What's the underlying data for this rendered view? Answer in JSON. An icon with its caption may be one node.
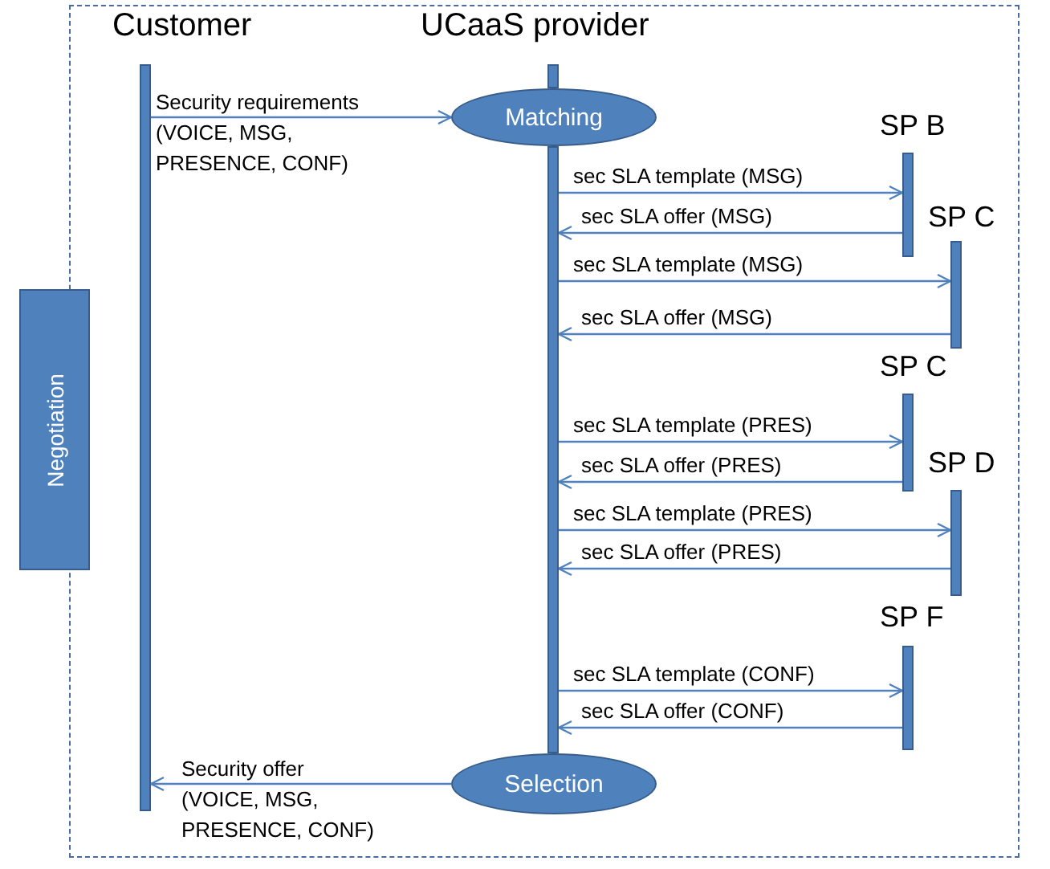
{
  "diagram": {
    "nodes": [
      {
        "text": [
          "Negotiation"
        ]
      },
      {
        "text": [
          "Customer"
        ]
      },
      {
        "text": [
          "UCaaS provider"
        ]
      },
      {
        "text": [
          "Matching"
        ]
      },
      {
        "text": [
          "Selection"
        ]
      },
      {
        "text": [
          "SP B"
        ]
      },
      {
        "text": [
          "SP C"
        ]
      },
      {
        "text": [
          "SP C"
        ]
      },
      {
        "text": [
          "SP D"
        ]
      },
      {
        "text": [
          "SP F"
        ]
      }
    ],
    "edges": [
      {
        "from": 1,
        "to": 3,
        "arrow": "to",
        "label": "Security requirements (VOICE, MSG, PRESENCE, CONF)"
      },
      {
        "from": 2,
        "to": 5,
        "arrow": "to",
        "label": "sec SLA template (MSG)"
      },
      {
        "from": 5,
        "to": 2,
        "arrow": "to",
        "label": "sec SLA offer (MSG)"
      },
      {
        "from": 2,
        "to": 6,
        "arrow": "to",
        "label": "sec SLA template (MSG)"
      },
      {
        "from": 6,
        "to": 2,
        "arrow": "to",
        "label": "sec SLA offer (MSG)"
      },
      {
        "from": 2,
        "to": 7,
        "arrow": "to",
        "label": "sec SLA template (PRES)"
      },
      {
        "from": 7,
        "to": 2,
        "arrow": "to",
        "label": "sec SLA offer (PRES)"
      },
      {
        "from": 2,
        "to": 8,
        "arrow": "to",
        "label": "sec SLA template (PRES)"
      },
      {
        "from": 8,
        "to": 2,
        "arrow": "to",
        "label": "sec SLA offer (PRES)"
      },
      {
        "from": 2,
        "to": 9,
        "arrow": "to",
        "label": "sec SLA template (CONF)"
      },
      {
        "from": 9,
        "to": 2,
        "arrow": "to",
        "label": "sec SLA offer (CONF)"
      },
      {
        "from": 4,
        "to": 1,
        "arrow": "to",
        "label": "Security offer (VOICE, MSG, PRESENCE, CONF)"
      }
    ]
  }
}
